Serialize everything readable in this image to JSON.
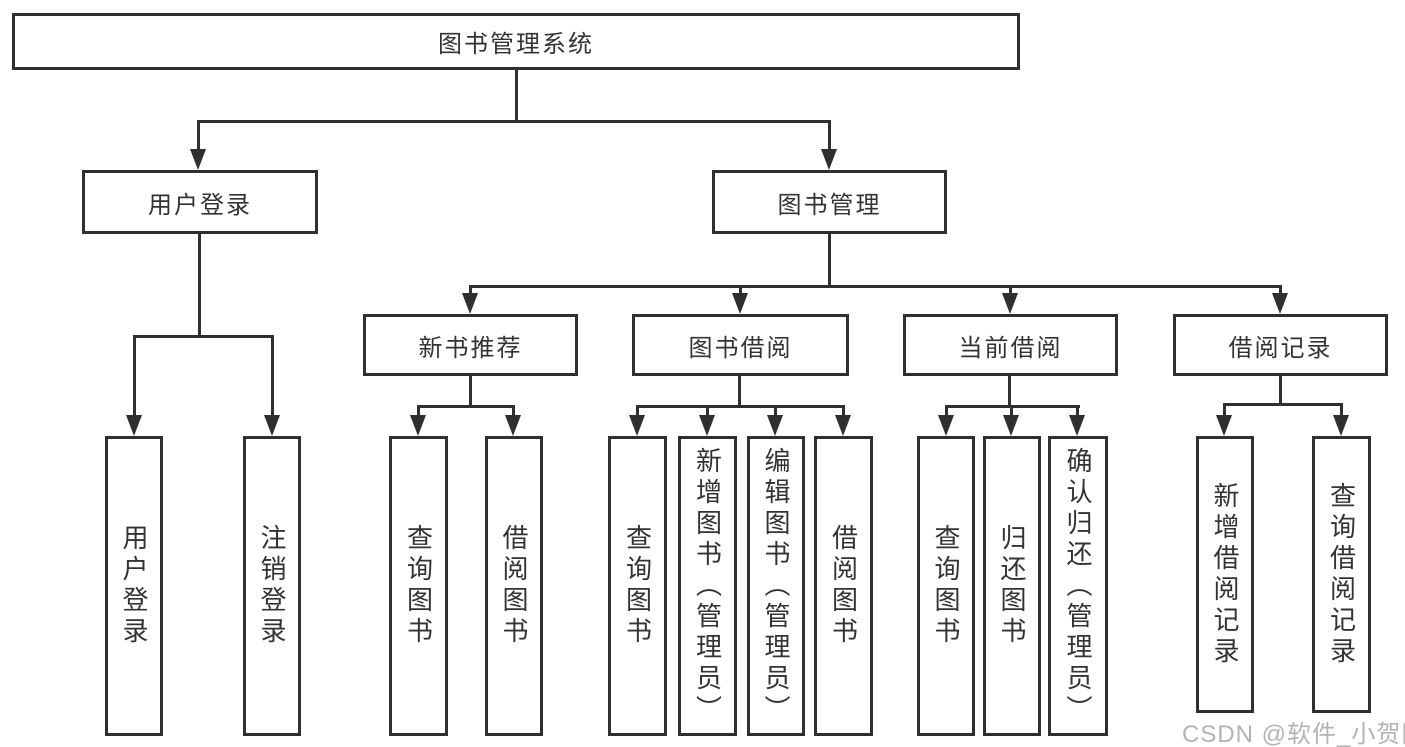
{
  "colors": {
    "line": "#2f2f2f",
    "text": "#333333",
    "watermark": "#b3b3b3",
    "background": "#ffffff"
  },
  "tree": {
    "root": {
      "label": "图书管理系统"
    },
    "branches": [
      {
        "label": "用户登录",
        "children": [
          {
            "label": "用户登录"
          },
          {
            "label": "注销登录"
          }
        ]
      },
      {
        "label": "图书管理",
        "children": [
          {
            "label": "新书推荐",
            "children": [
              {
                "label": "查询图书"
              },
              {
                "label": "借阅图书"
              }
            ]
          },
          {
            "label": "图书借阅",
            "children": [
              {
                "label": "查询图书"
              },
              {
                "label": "新增图书（管理员）"
              },
              {
                "label": "编辑图书（管理员）"
              },
              {
                "label": "借阅图书"
              }
            ]
          },
          {
            "label": "当前借阅",
            "children": [
              {
                "label": "查询图书"
              },
              {
                "label": "归还图书"
              },
              {
                "label": "确认归还（管理员）"
              }
            ]
          },
          {
            "label": "借阅记录",
            "children": [
              {
                "label": "新增借阅记录"
              },
              {
                "label": "查询借阅记录"
              }
            ]
          }
        ]
      }
    ]
  },
  "watermark": {
    "text": "CSDN @软件_小贺同学"
  }
}
